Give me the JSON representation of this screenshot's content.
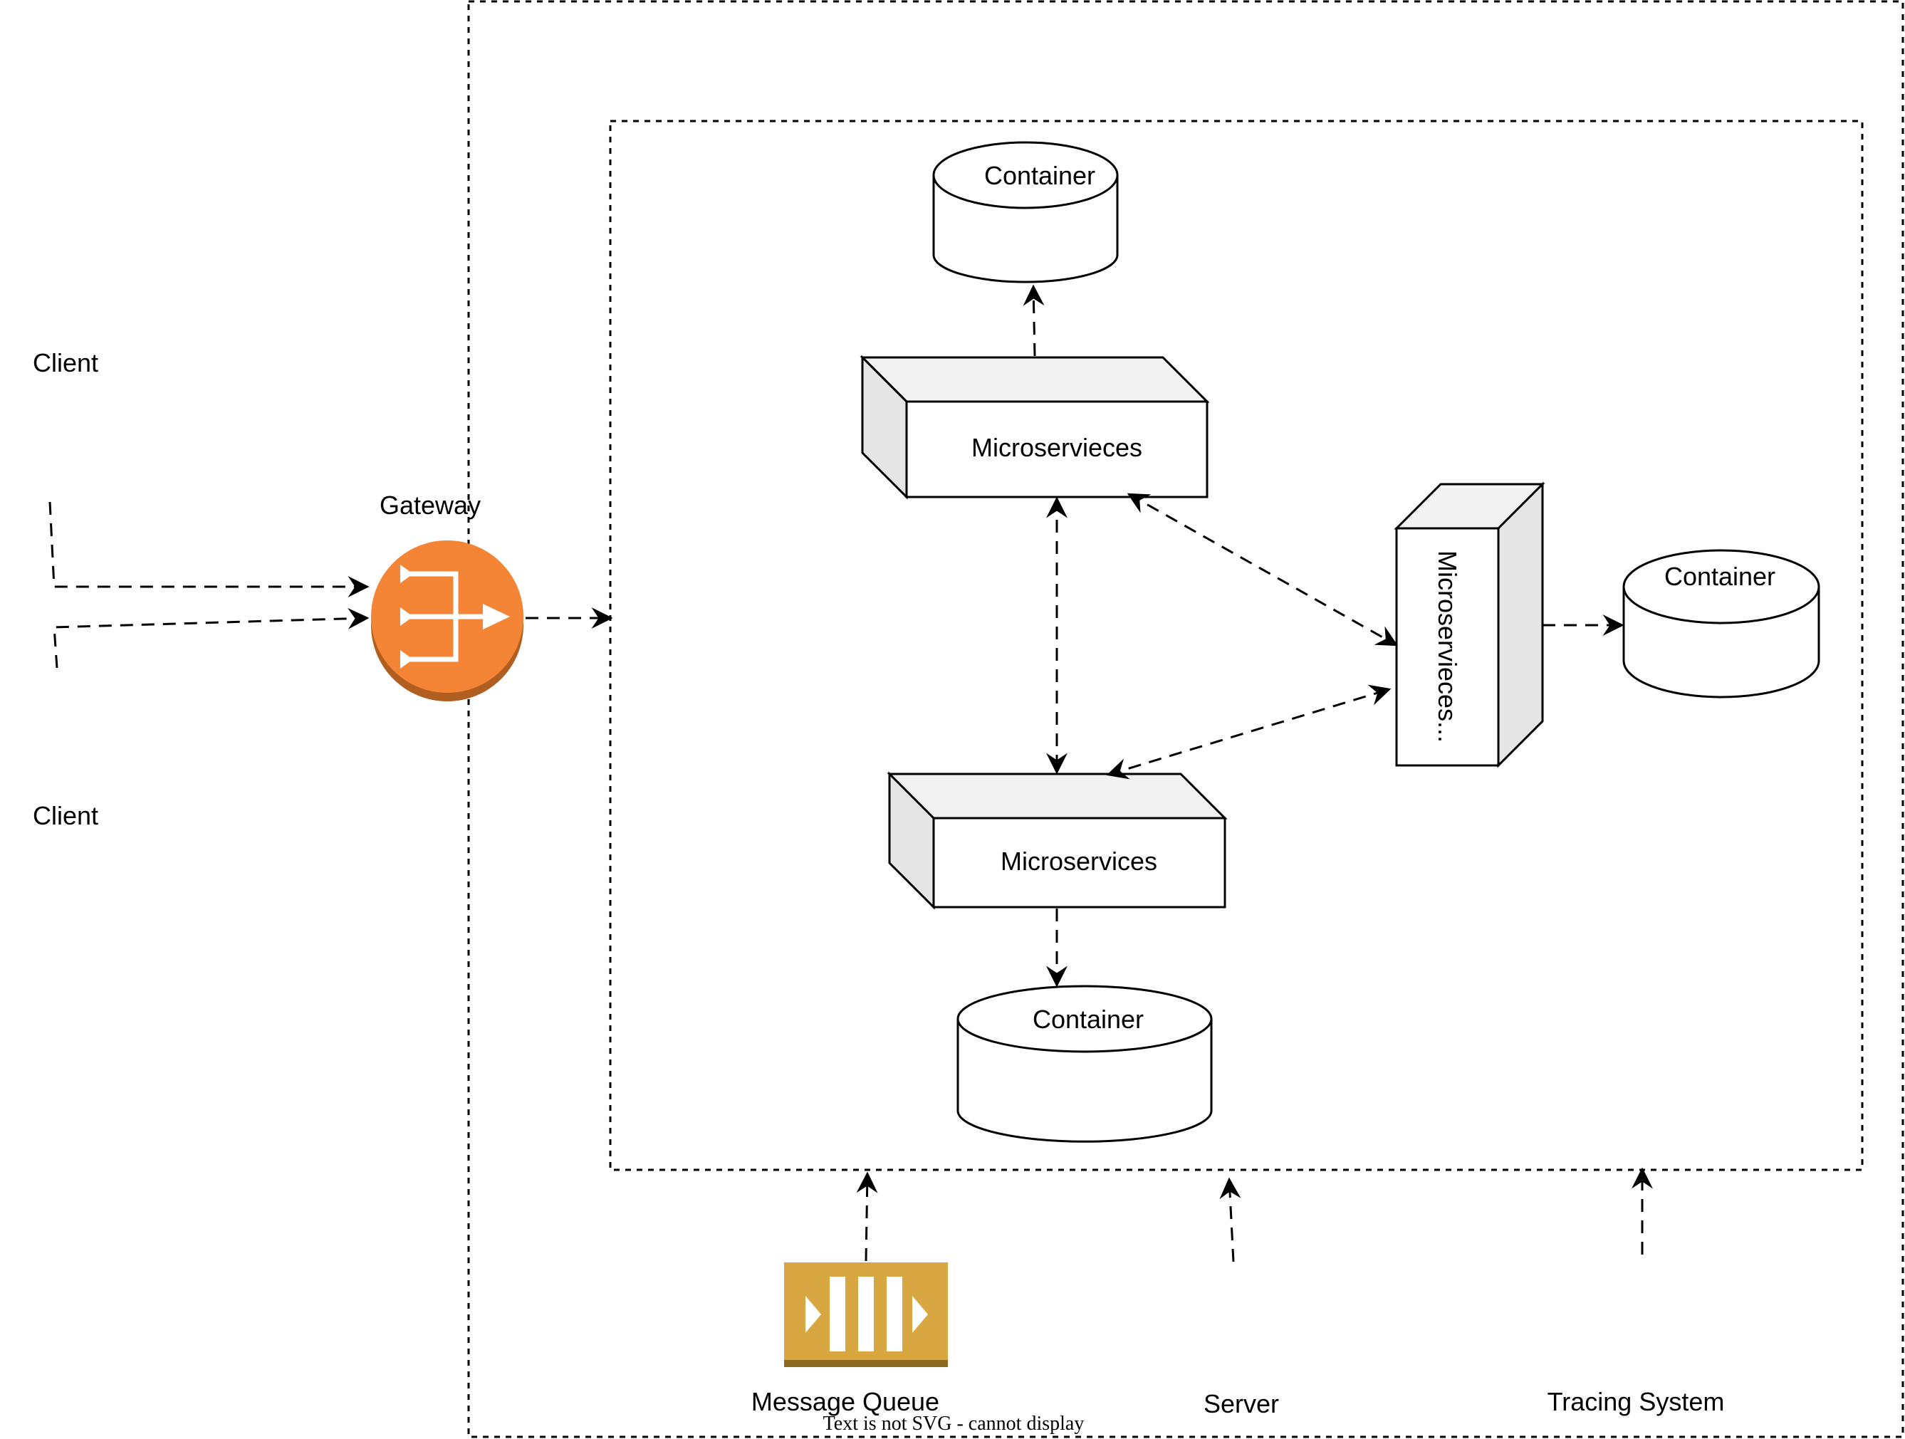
{
  "diagram": {
    "clients": {
      "top": "Client",
      "bottom": "Client"
    },
    "gateway": {
      "label": "Gateway",
      "icon": "gateway-icon",
      "color": "#F58536"
    },
    "microservices": {
      "top": "Microservieces",
      "right": "Microservieces...",
      "bottom": "Microservices"
    },
    "containers": {
      "top": "Container",
      "right": "Container",
      "bottom": "Container"
    },
    "bottom_row": {
      "message_queue": "Message Queue",
      "message_queue_color": "#D9A741",
      "server": "Server",
      "tracing": "Tracing System"
    },
    "fallback_text": "Text is not SVG - cannot display"
  }
}
